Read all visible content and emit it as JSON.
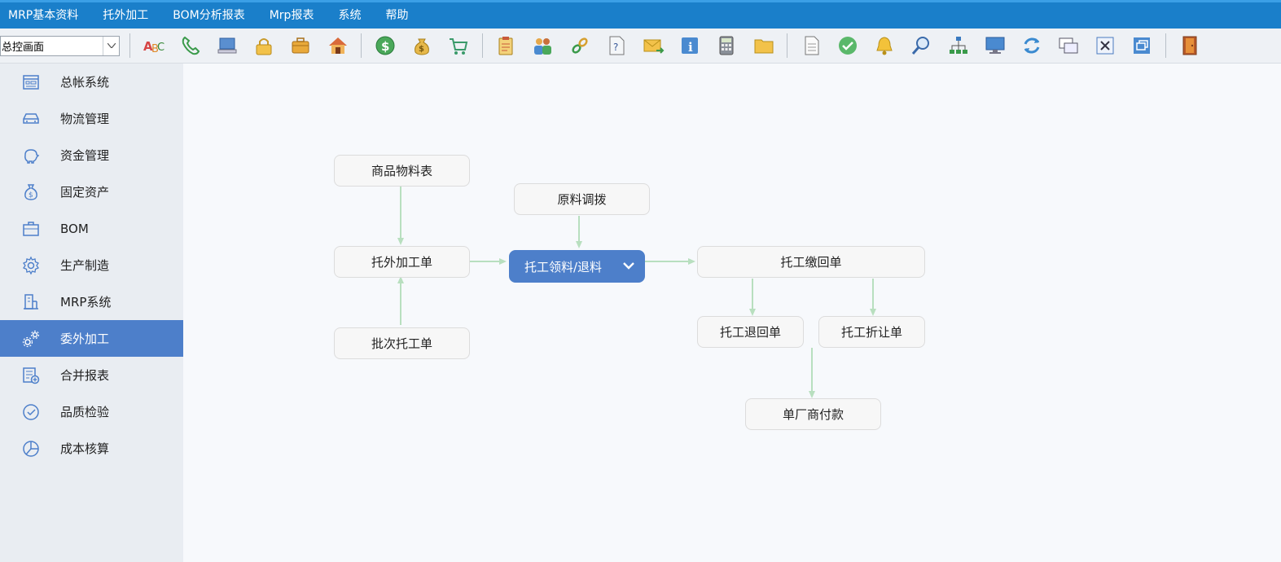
{
  "menu": [
    "MRP基本资料",
    "托外加工",
    "BOM分析报表",
    "Mrp报表",
    "系统",
    "帮助"
  ],
  "toolbar": {
    "select_value": "总控画面",
    "icons": [
      "abc-spell-icon",
      "phone-icon",
      "laptop-icon",
      "lock-icon",
      "briefcase-icon",
      "house-icon",
      "dollar-coin-icon",
      "money-bag-icon",
      "shopping-cart-icon",
      "clipboard-icon",
      "users-icon",
      "link-icon",
      "help-doc-icon",
      "mail-icon",
      "info-icon",
      "calculator-icon",
      "folder-icon",
      "document-icon",
      "check-circle-icon",
      "bell-icon",
      "search-icon",
      "org-chart-icon",
      "monitor-icon",
      "refresh-icon",
      "windows-icon",
      "close-window-icon",
      "restore-window-icon",
      "exit-door-icon"
    ]
  },
  "sidebar": {
    "items": [
      {
        "label": "总帐系统",
        "icon": "ledger-icon"
      },
      {
        "label": "物流管理",
        "icon": "car-icon"
      },
      {
        "label": "资金管理",
        "icon": "piggy-bank-icon"
      },
      {
        "label": "固定资产",
        "icon": "money-bag-icon"
      },
      {
        "label": "BOM",
        "icon": "briefcase-icon"
      },
      {
        "label": "生产制造",
        "icon": "gear-icon"
      },
      {
        "label": "MRP系统",
        "icon": "building-icon"
      },
      {
        "label": "委外加工",
        "icon": "gears-icon",
        "active": true
      },
      {
        "label": "合并报表",
        "icon": "report-add-icon"
      },
      {
        "label": "品质检验",
        "icon": "check-circle-icon"
      },
      {
        "label": "成本核算",
        "icon": "pie-chart-icon"
      }
    ]
  },
  "flow": {
    "nodes": {
      "product_material": "商品物料表",
      "outsource_order": "托外加工单",
      "batch_order": "批次托工单",
      "material_transfer": "原料调拨",
      "pick_return": "托工领料/退料",
      "receipt": "托工缴回单",
      "return_order": "托工退回单",
      "discount_order": "托工折让单",
      "vendor_payment": "单厂商付款"
    }
  },
  "colors": {
    "menubar": "#1a7fca",
    "active": "#4d7fca",
    "arrow": "#b8dfbf"
  }
}
